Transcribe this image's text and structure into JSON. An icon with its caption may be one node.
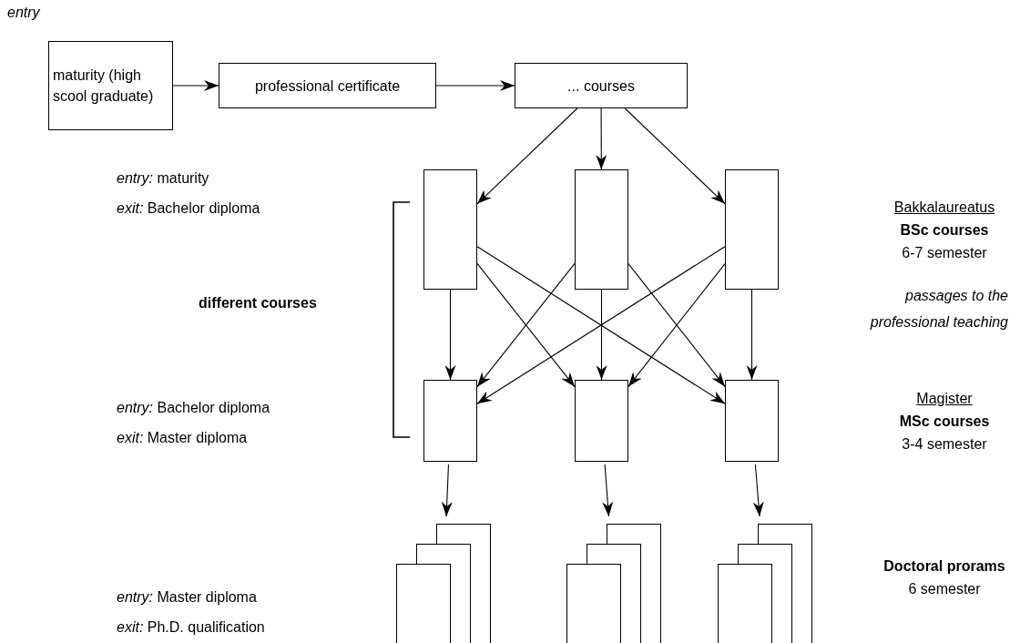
{
  "diagram": {
    "nodes": [
      {
        "text": [
          "maturity (high scool graduate)"
        ]
      },
      {
        "text": [
          "professional certificate"
        ]
      },
      {
        "text": [
          "... courses"
        ]
      },
      {
        "text": [],
        "shape": "box"
      },
      {
        "text": [],
        "shape": "box"
      },
      {
        "text": [],
        "shape": "box"
      },
      {
        "text": [],
        "shape": "box"
      },
      {
        "text": [],
        "shape": "box"
      },
      {
        "text": [],
        "shape": "box"
      },
      {
        "text": [],
        "shape": "document"
      },
      {
        "text": [],
        "shape": "document"
      },
      {
        "text": [],
        "shape": "document"
      }
    ],
    "edges": [
      {
        "from": 0,
        "to": 1,
        "arrow": "to"
      },
      {
        "from": 1,
        "to": 2,
        "arrow": "to"
      },
      {
        "from": 2,
        "to": 3,
        "arrow": "to"
      },
      {
        "from": 2,
        "to": 4,
        "arrow": "to"
      },
      {
        "from": 2,
        "to": 5,
        "arrow": "to"
      },
      {
        "from": 3,
        "to": 6,
        "arrow": "to"
      },
      {
        "from": 3,
        "to": 7,
        "arrow": "to"
      },
      {
        "from": 3,
        "to": 8,
        "arrow": "to"
      },
      {
        "from": 4,
        "to": 6,
        "arrow": "to"
      },
      {
        "from": 4,
        "to": 7,
        "arrow": "to"
      },
      {
        "from": 4,
        "to": 8,
        "arrow": "to"
      },
      {
        "from": 5,
        "to": 6,
        "arrow": "to"
      },
      {
        "from": 5,
        "to": 7,
        "arrow": "to"
      },
      {
        "from": 5,
        "to": 8,
        "arrow": "to"
      },
      {
        "from": 6,
        "to": 9,
        "arrow": "to"
      },
      {
        "from": 7,
        "to": 10,
        "arrow": "to"
      },
      {
        "from": 8,
        "to": 11,
        "arrow": "to"
      }
    ],
    "labels": [
      "entry",
      "*entry:* maturity",
      "*exit:* Bachelor diploma",
      "different courses",
      "*entry:* Bachelor diploma",
      "*exit:* Master diploma",
      "*entry:* Master diploma",
      "*exit:* Ph.D. qualification",
      "Bakkalaureatus",
      "BSc courses",
      "6-7 semester",
      "passages to the professional teaching",
      "Magister",
      "MSc courses",
      "3-4 semester",
      "Doctoral prorams",
      "6 semester"
    ]
  }
}
